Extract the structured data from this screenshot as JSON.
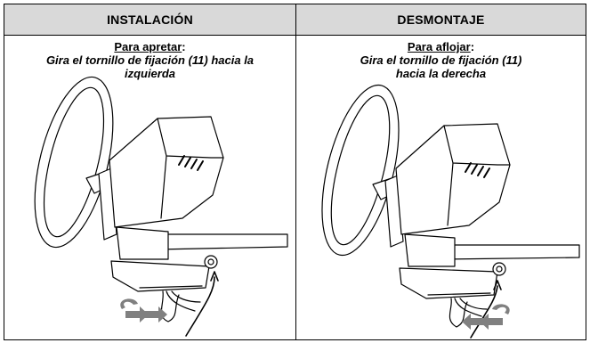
{
  "table": {
    "headers": [
      "INSTALACIÓN",
      "DESMONTAJE"
    ],
    "cells": [
      {
        "title": "Para apretar",
        "colon": ":",
        "lines": [
          "Gira el tornillo de fijación (11) hacia la",
          "izquierda"
        ],
        "rotation": "counterclockwise"
      },
      {
        "title": "Para aflojar",
        "colon": ":",
        "lines": [
          "Gira el tornillo de fijación (11)",
          "hacia la derecha"
        ],
        "rotation": "clockwise"
      }
    ]
  },
  "colors": {
    "header_bg": "#d9d9d9",
    "rotation_arrow": "#808080",
    "line": "#000000"
  },
  "icons": [
    "racing-wheel-illustration",
    "rotation-arrow-icon",
    "curved-arrow-icon"
  ]
}
